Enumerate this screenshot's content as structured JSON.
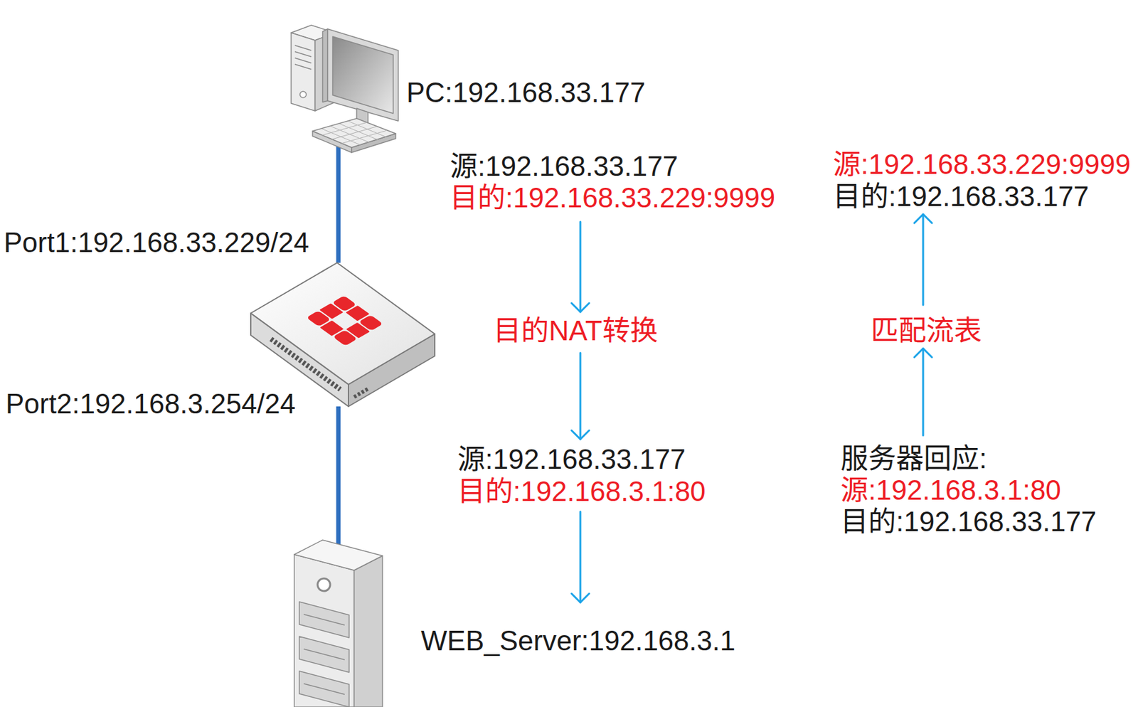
{
  "diagram": {
    "nodes": [
      {
        "text": [
          "PC:192.168.33.177"
        ]
      },
      {
        "text": [
          "Port1:192.168.33.229/24",
          "Port2:192.168.3.254/24"
        ]
      },
      {
        "text": [
          "WEB_Server:192.168.3.1"
        ]
      }
    ],
    "edges": [
      {
        "from": 0,
        "to": 1,
        "arrow": "none"
      },
      {
        "from": 1,
        "to": 2,
        "arrow": "none"
      }
    ],
    "labels": [
      "源:192.168.33.177",
      "目的:192.168.33.229:9999",
      "目的NAT转换",
      "源:192.168.33.177",
      "目的:192.168.3.1:80",
      "源:192.168.33.229:9999",
      "目的:192.168.33.177",
      "匹配流表",
      "服务器回应:",
      "源:192.168.3.1:80",
      "目的:192.168.33.177"
    ]
  }
}
